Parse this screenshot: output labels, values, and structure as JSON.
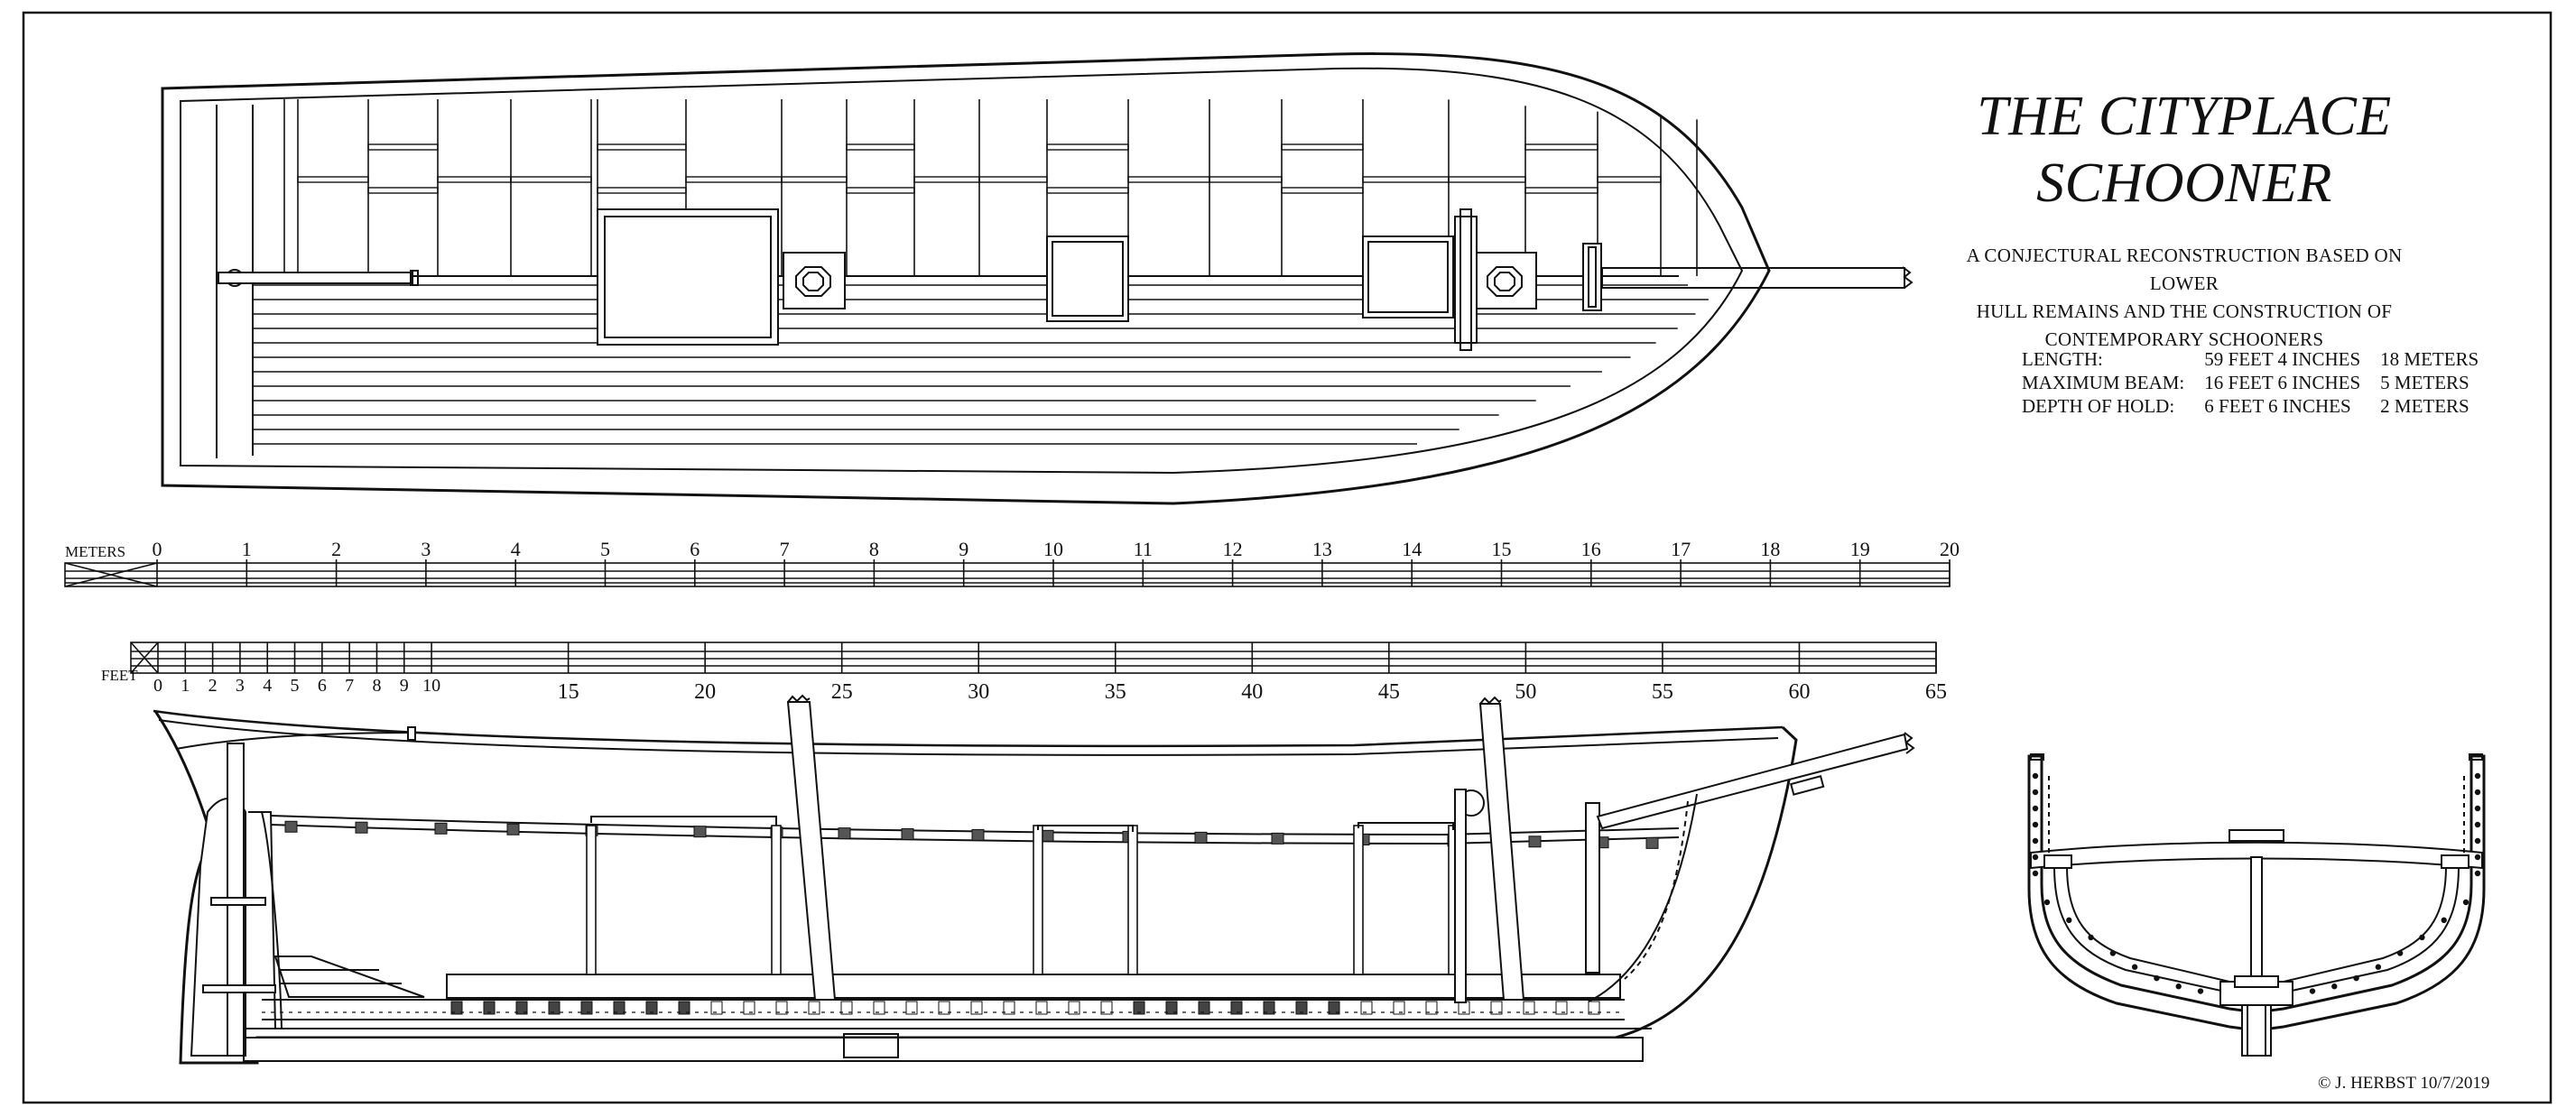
{
  "title": {
    "line1": "THE CITYPLACE",
    "line2": "SCHOONER"
  },
  "subtitle": {
    "line1": "A CONJECTURAL RECONSTRUCTION BASED ON LOWER",
    "line2": "HULL REMAINS AND THE CONSTRUCTION OF",
    "line3": "CONTEMPORARY SCHOONERS"
  },
  "specs": [
    {
      "label": "LENGTH:",
      "imperial": "59 FEET 4 INCHES",
      "metric": "18 METERS"
    },
    {
      "label": "MAXIMUM BEAM:",
      "imperial": "16 FEET 6 INCHES",
      "metric": "5 METERS"
    },
    {
      "label": "DEPTH OF HOLD:",
      "imperial": "6 FEET 6 INCHES",
      "metric": "2 METERS"
    }
  ],
  "scales": {
    "meters_label": "METERS",
    "feet_label": "FEET",
    "meters_ticks": [
      "0",
      "1",
      "2",
      "3",
      "4",
      "5",
      "6",
      "7",
      "8",
      "9",
      "10",
      "11",
      "12",
      "13",
      "14",
      "15",
      "16",
      "17",
      "18",
      "19",
      "20"
    ],
    "feet_ticks": [
      "0",
      "1",
      "2",
      "3",
      "4",
      "5",
      "6",
      "7",
      "8",
      "9",
      "10",
      "15",
      "20",
      "25",
      "30",
      "35",
      "40",
      "45",
      "50",
      "55",
      "60",
      "65"
    ]
  },
  "credit": "© J. HERBST   10/7/2019"
}
